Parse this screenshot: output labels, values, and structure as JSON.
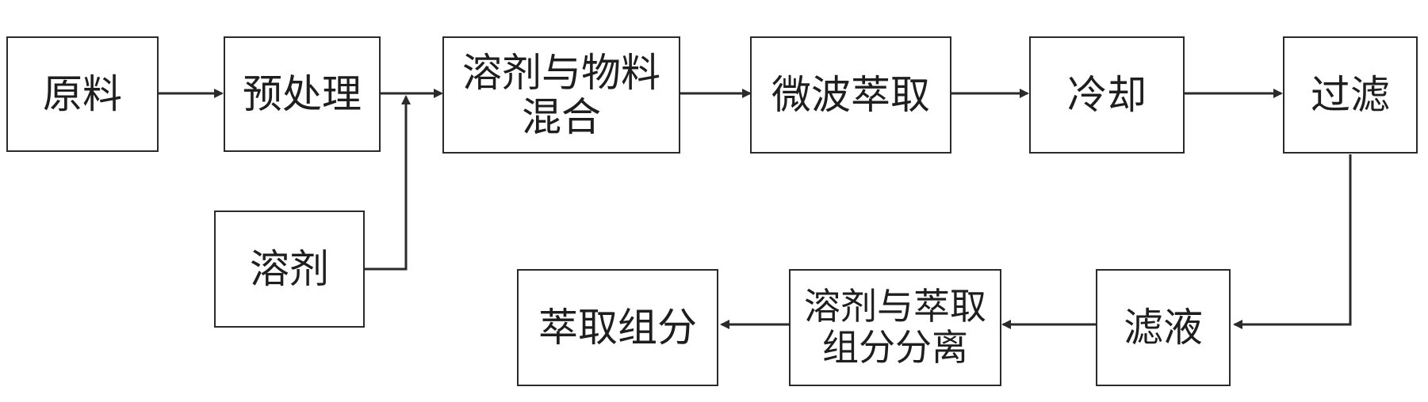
{
  "diagram": {
    "nodes": {
      "raw_material": {
        "label": "原料"
      },
      "pretreatment": {
        "label": "预处理"
      },
      "solvent": {
        "label": "溶剂"
      },
      "mixing": {
        "line1": "溶剂与物料",
        "line2": "混合"
      },
      "microwave_extraction": {
        "label": "微波萃取"
      },
      "cooling": {
        "label": "冷却"
      },
      "filtration": {
        "label": "过滤"
      },
      "filtrate": {
        "label": "滤液"
      },
      "separation": {
        "line1": "溶剂与萃取",
        "line2": "组分分离"
      },
      "extract_component": {
        "label": "萃取组分"
      }
    },
    "edges": [
      {
        "from": "raw_material",
        "to": "pretreatment"
      },
      {
        "from": "pretreatment",
        "to": "mixing"
      },
      {
        "from": "solvent",
        "to": "mixing"
      },
      {
        "from": "mixing",
        "to": "microwave_extraction"
      },
      {
        "from": "microwave_extraction",
        "to": "cooling"
      },
      {
        "from": "cooling",
        "to": "filtration"
      },
      {
        "from": "filtration",
        "to": "filtrate"
      },
      {
        "from": "filtrate",
        "to": "separation"
      },
      {
        "from": "separation",
        "to": "extract_component"
      }
    ],
    "colors": {
      "line": "#2a2a2a",
      "text": "#1e1e1e",
      "background": "#ffffff"
    }
  }
}
